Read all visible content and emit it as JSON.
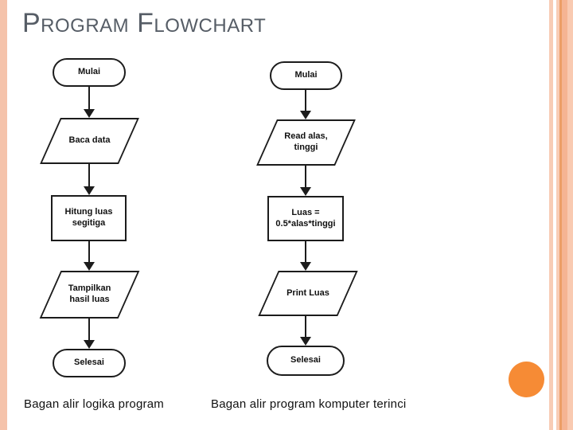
{
  "slide": {
    "title": "Program Flowchart"
  },
  "flowcharts": [
    {
      "caption": "Bagan alir logika program",
      "nodes": [
        {
          "type": "terminator",
          "label": "Mulai"
        },
        {
          "type": "io",
          "label": "Baca data"
        },
        {
          "type": "process",
          "label": "Hitung luas\nsegitiga"
        },
        {
          "type": "io",
          "label": "Tampilkan\nhasil luas"
        },
        {
          "type": "terminator",
          "label": "Selesai"
        }
      ]
    },
    {
      "caption": "Bagan alir program komputer terinci",
      "nodes": [
        {
          "type": "terminator",
          "label": "Mulai"
        },
        {
          "type": "io",
          "label": "Read alas,\ntinggi"
        },
        {
          "type": "process",
          "label": "Luas =\n0.5*alas*tinggi"
        },
        {
          "type": "io",
          "label": "Print Luas"
        },
        {
          "type": "terminator",
          "label": "Selesai"
        }
      ]
    }
  ],
  "theme": {
    "title_color": "#565d66",
    "accent_circle_color": "#f68b35",
    "stripe_light": "#f8ccb5",
    "stripe_dark": "#ec9e66",
    "shape_border_color": "#1c1c1c"
  }
}
